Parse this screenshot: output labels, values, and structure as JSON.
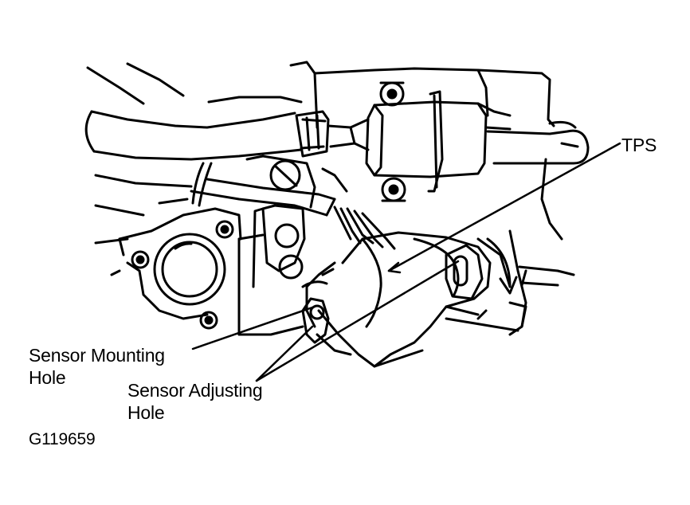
{
  "diagram": {
    "labels": {
      "tps": "TPS",
      "sensor_mounting_hole": [
        "Sensor Mounting",
        "Hole"
      ],
      "sensor_adjusting_hole": [
        "Sensor Adjusting",
        "Hole"
      ]
    },
    "figure_code": "G119659",
    "colors": {
      "ink": "#000000",
      "paper": "#ffffff"
    }
  }
}
